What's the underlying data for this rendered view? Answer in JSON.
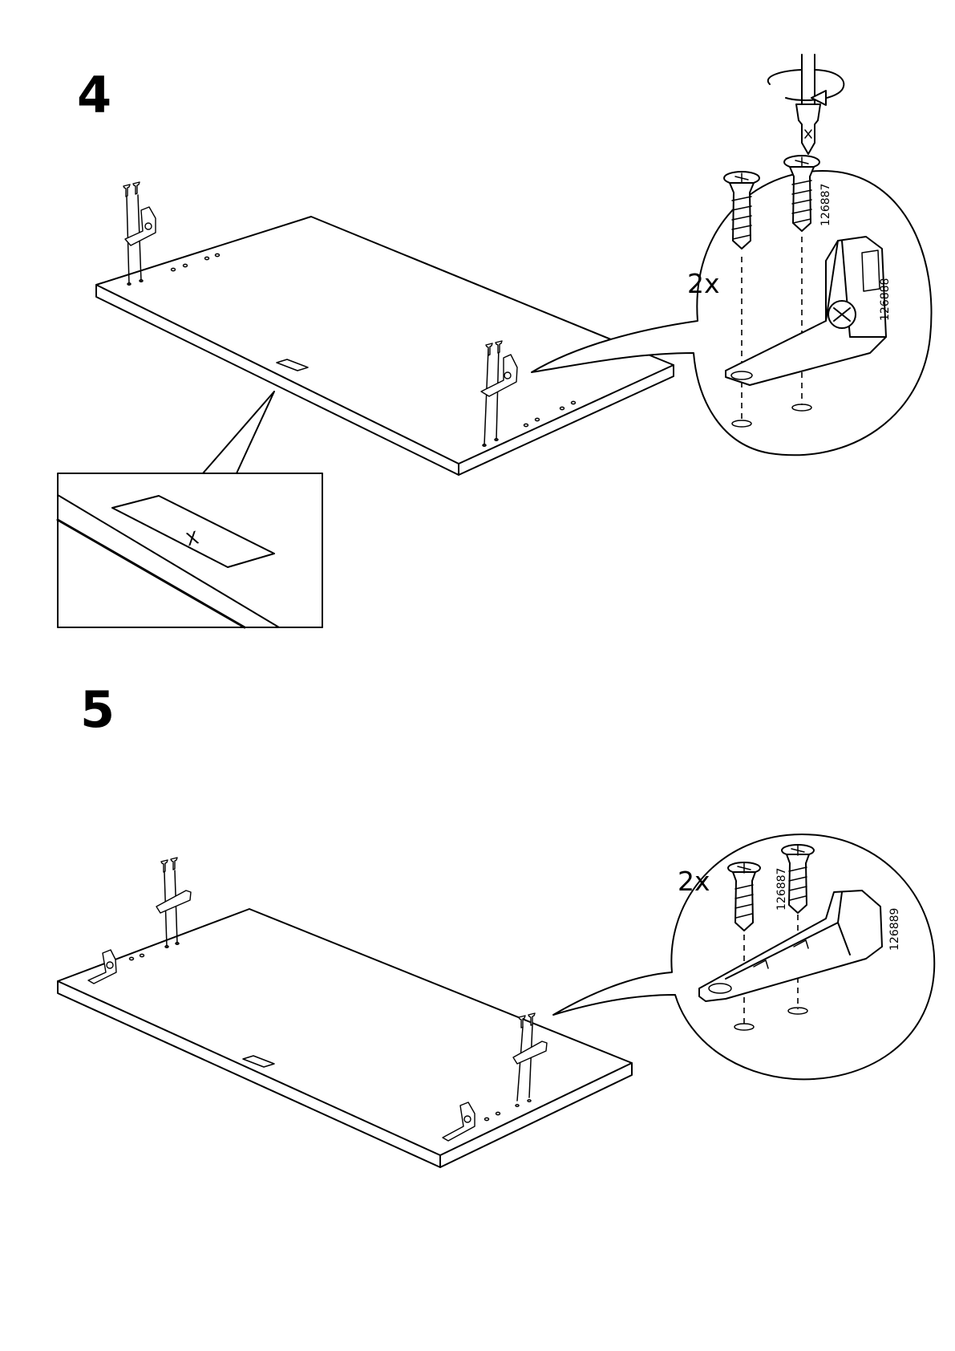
{
  "steps": [
    {
      "number": "4",
      "quantity": "2x",
      "part_numbers": [
        "126887",
        "126888"
      ],
      "detail_mark": "X"
    },
    {
      "number": "5",
      "quantity": "2x",
      "part_numbers": [
        "126887",
        "126889"
      ]
    }
  ],
  "icons": {
    "screwdriver": "screwdriver-rotate-icon",
    "screw": "screw-icon",
    "bracket": "bracket-icon"
  }
}
